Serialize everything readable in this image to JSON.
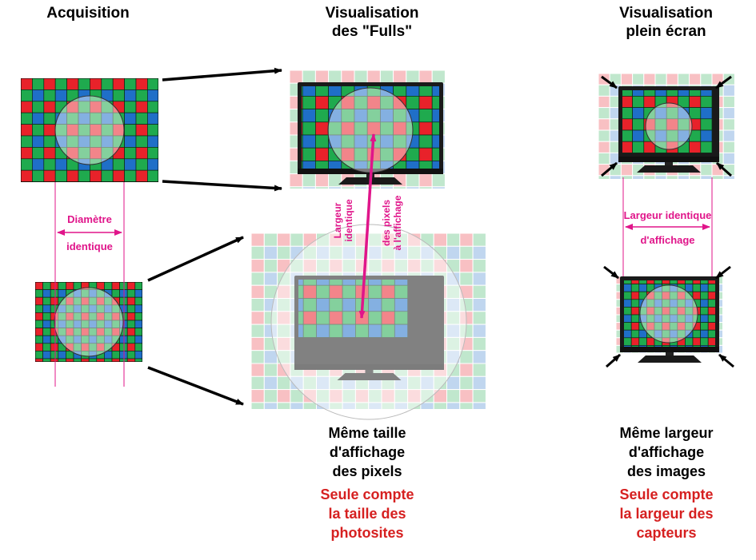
{
  "headings": {
    "acquisition": "Acquisition",
    "fulls_line1": "Visualisation",
    "fulls_line2": "des \"Fulls\"",
    "fullscreen_line1": "Visualisation",
    "fullscreen_line2": "plein écran"
  },
  "labels": {
    "diameter_line1": "Diamètre",
    "diameter_line2": "identique",
    "pixel_width_line1": "Largeur",
    "pixel_width_line2": "identique",
    "pixel_width_line3": "des pixels",
    "pixel_width_line4": "à l'affichage",
    "display_width_line1": "Largeur identique",
    "display_width_line2": "d'affichage"
  },
  "captions": {
    "middle_line1": "Même taille",
    "middle_line2": "d'affichage",
    "middle_line3": "des pixels",
    "middle_red_line1": "Seule compte",
    "middle_red_line2": "la taille des",
    "middle_red_line3": "photosites",
    "right_line1": "Même largeur",
    "right_line2": "d'affichage",
    "right_line3": "des images",
    "right_red_line1": "Seule compte",
    "right_red_line2": "la largeur des",
    "right_red_line3": "capteurs"
  },
  "colors": {
    "red": "#e8222a",
    "green": "#1faa4e",
    "blue": "#1f6fc8",
    "accent": "#e0158a",
    "caption_red": "#d62020"
  }
}
